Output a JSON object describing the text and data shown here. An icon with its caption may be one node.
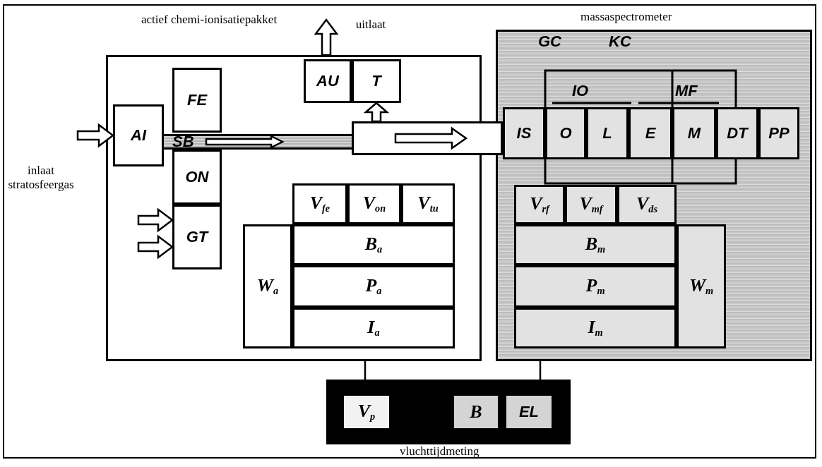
{
  "diagram": {
    "nodes": [
      {
        "text": [],
        "shape": "box",
        "beside": [
          "actief chemi-ionisatiepakket"
        ]
      },
      {
        "text": [
          "inlaat stratosfeergas"
        ]
      },
      {
        "text": [
          "AI"
        ],
        "in": 0
      },
      {
        "text": [
          "FE"
        ],
        "in": 0
      },
      {
        "text": [
          "SB"
        ],
        "in": 0
      },
      {
        "text": [
          "ON"
        ],
        "in": 0
      },
      {
        "text": [
          "GT"
        ],
        "in": 0
      },
      {
        "text": [
          "AU"
        ],
        "in": 0
      },
      {
        "text": [
          "T"
        ],
        "in": 0
      },
      {
        "text": [
          "V$_{fe}$"
        ],
        "in": 0
      },
      {
        "text": [
          "V$_{on}$"
        ],
        "in": 0
      },
      {
        "text": [
          "V$_{tu}$"
        ],
        "in": 0
      },
      {
        "text": [
          "W$_{a}$"
        ],
        "in": 0
      },
      {
        "text": [
          "B$_{a}$"
        ],
        "in": 0
      },
      {
        "text": [
          "P$_{a}$"
        ],
        "in": 0
      },
      {
        "text": [
          "I$_{a}$"
        ],
        "in": 0
      },
      {
        "text": [
          "uitlaat"
        ]
      },
      {
        "text": [],
        "shape": "box"
      },
      {
        "text": [],
        "shape": "box",
        "beside": [
          "massaspectrometer"
        ]
      },
      {
        "text": [
          "IS"
        ],
        "in": 18
      },
      {
        "text": [
          "O"
        ],
        "in": 18
      },
      {
        "text": [
          "L"
        ],
        "in": 18
      },
      {
        "text": [
          "E"
        ],
        "in": 18
      },
      {
        "text": [
          "M"
        ],
        "in": 18
      },
      {
        "text": [
          "DT"
        ],
        "in": 18
      },
      {
        "text": [
          "PP"
        ],
        "in": 18
      },
      {
        "text": [
          "V$_{rf}$"
        ],
        "in": 18
      },
      {
        "text": [
          "V$_{mf}$"
        ],
        "in": 18
      },
      {
        "text": [
          "V$_{ds}$"
        ],
        "in": 18
      },
      {
        "text": [
          "B$_{m}$"
        ],
        "in": 18
      },
      {
        "text": [
          "P$_{m}$"
        ],
        "in": 18
      },
      {
        "text": [
          "I$_{m}$"
        ],
        "in": 18
      },
      {
        "text": [
          "W$_{m}$"
        ],
        "in": 18
      },
      {
        "text": [],
        "shape": "box",
        "beside": [
          "vluchttijdmeting"
        ]
      },
      {
        "text": [
          "V$_{p}$"
        ],
        "in": 33
      },
      {
        "text": [
          "B"
        ],
        "in": 33
      },
      {
        "text": [
          "EL"
        ],
        "in": 33
      }
    ],
    "edges": [
      {
        "from": 1,
        "to": 2,
        "arrow": "to"
      },
      {
        "from": null,
        "to": 6,
        "arrow": "to"
      },
      {
        "from": null,
        "to": 6,
        "arrow": "to"
      },
      {
        "from": 0,
        "to": 16,
        "arrow": "to"
      },
      {
        "from": 17,
        "to": 8,
        "arrow": "to"
      },
      {
        "from": 0,
        "to": 33,
        "arrow": "none"
      },
      {
        "from": 18,
        "to": 33,
        "arrow": "none"
      }
    ],
    "labels": [
      "GC",
      "KC",
      "IO",
      "MF"
    ]
  }
}
